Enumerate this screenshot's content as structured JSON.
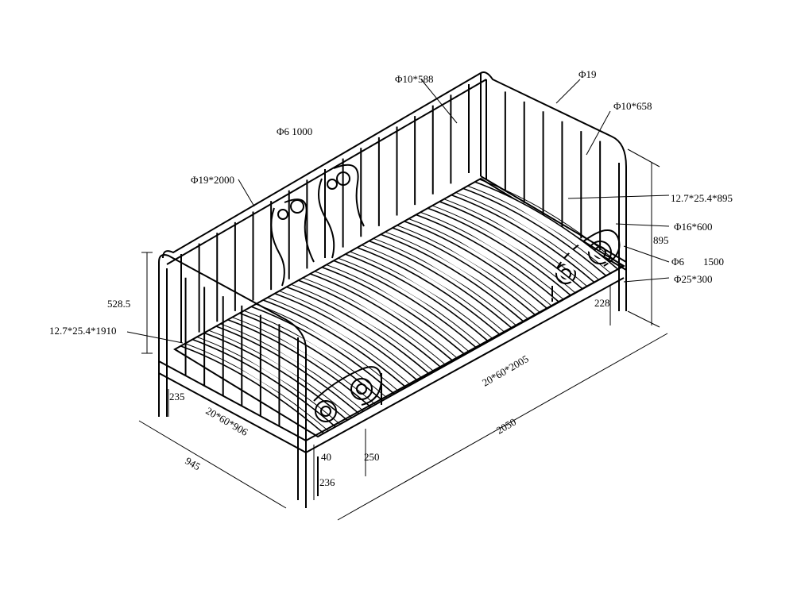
{
  "labels": {
    "phi19": "Φ19",
    "phi10x588": "Φ10*588",
    "phi10x658": "Φ10*658",
    "phi6_1000": "Φ6  1000",
    "phi19x2000": "Φ19*2000",
    "rail895": "12.7*25.4*895",
    "phi16x600": "Φ16*600",
    "h895": "895",
    "phi6": "Φ6",
    "w1500": "1500",
    "phi25x300": "Φ25*300",
    "h228": "228",
    "h528": "528.5",
    "rail1910": "12.7*25.4*1910",
    "frame2005": "20*60*2005",
    "h235": "235",
    "frame906": "20*60*906",
    "h250": "250",
    "h40": "40",
    "h236": "236",
    "w945": "945",
    "l2050": "2050"
  },
  "colors": {
    "line": "#000000",
    "background": "#ffffff"
  }
}
